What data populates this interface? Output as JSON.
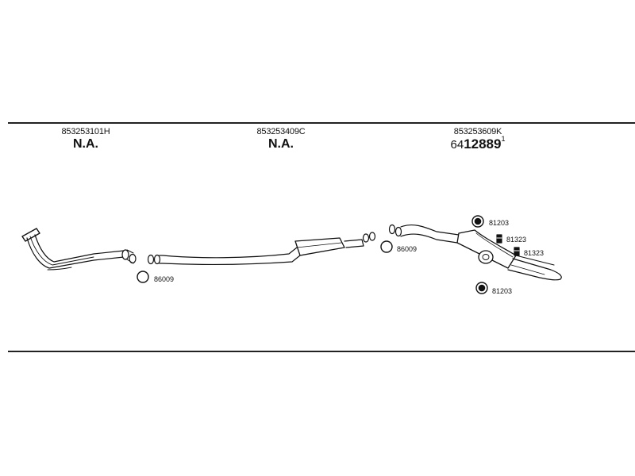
{
  "columns": [
    {
      "part_code": "853253101H",
      "status": "N.A."
    },
    {
      "part_code": "853253409C",
      "status": "N.A."
    },
    {
      "part_code": "853253609K",
      "ref_prefix": "64",
      "ref_main": "12889",
      "ref_suffix": "1"
    }
  ],
  "labels": {
    "clamp_front": "86009",
    "clamp_mid": "86009",
    "hanger_top": "81203",
    "mount_a": "81323",
    "mount_b": "81323",
    "hanger_bottom": "81203"
  }
}
